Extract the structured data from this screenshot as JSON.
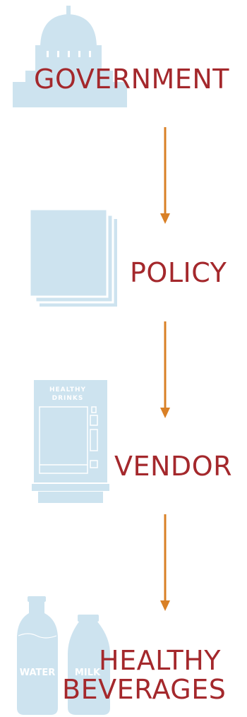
{
  "flow": {
    "steps": [
      {
        "label": "GOVERNMENT",
        "icon": "capitol-building-icon"
      },
      {
        "label": "POLICY",
        "icon": "document-stack-icon"
      },
      {
        "label": "VENDOR",
        "icon": "vending-machine-icon"
      },
      {
        "label": [
          "HEALTHY",
          "BEVERAGES"
        ],
        "icon": "beverage-bottles-icon"
      }
    ],
    "vending_sign": [
      "HEALTHY",
      "DRINKS"
    ],
    "bottle_labels": [
      "WATER",
      "MILK"
    ]
  },
  "colors": {
    "label": "#a4282c",
    "arrow": "#d98026",
    "icon": "#cde3ef"
  }
}
